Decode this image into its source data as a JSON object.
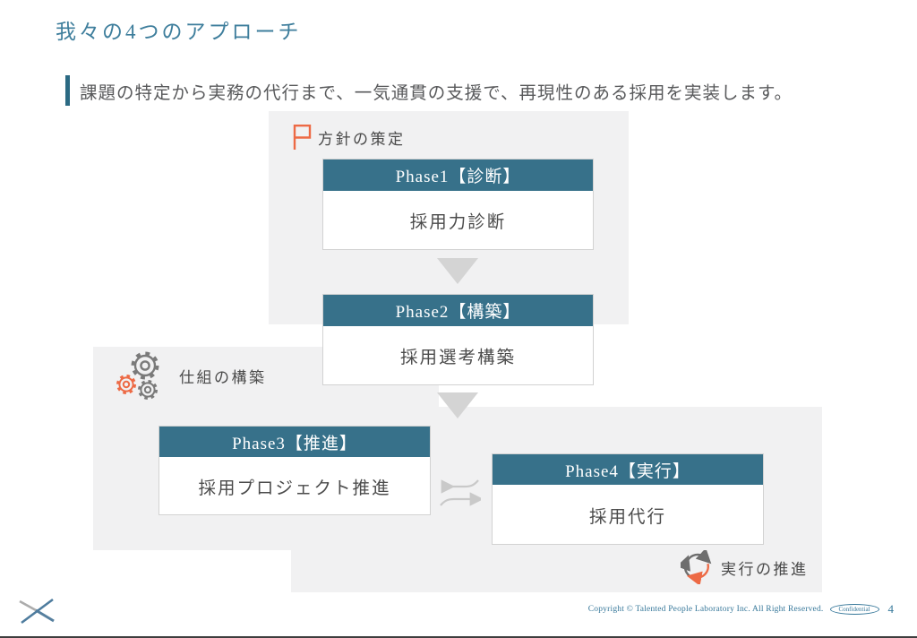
{
  "slide": {
    "title": "我々の4つのアプローチ",
    "subtitle": "課題の特定から実務の代行まで、一気通貫の支援で、再現性のある採用を実装します。"
  },
  "stage_labels": {
    "policy": "方針の策定",
    "framework": "仕組の構築",
    "execution": "実行の推進"
  },
  "phases": [
    {
      "header": "Phase1【診断】",
      "body": "採用力診断"
    },
    {
      "header": "Phase2【構築】",
      "body": "採用選考構築"
    },
    {
      "header": "Phase3【推進】",
      "body": "採用プロジェクト推進"
    },
    {
      "header": "Phase4【実行】",
      "body": "採用代行"
    }
  ],
  "footer": {
    "copyright": "Copyright © Talented People Laboratory Inc.  All Right Reserved.",
    "confidential": "Confidential",
    "page": "4"
  },
  "icons": {
    "flag": "flag-icon",
    "gears": "gears-icon",
    "cycle": "cycle-arrows-icon",
    "down_arrow": "down-arrow-icon",
    "swap_arrow": "swap-arrow-icon",
    "logo": "company-logo"
  },
  "colors": {
    "phase_header_teal": "#37718A",
    "title_teal": "#3E7E9C",
    "subtitle_bar_teal": "#2B6A83",
    "accent_orange": "#ED6A45",
    "panel_gray": "#F1F1F2",
    "arrow_gray": "#D4D4D4",
    "footer_teal": "#37789A",
    "body_text_gray": "#4B4B4B"
  }
}
